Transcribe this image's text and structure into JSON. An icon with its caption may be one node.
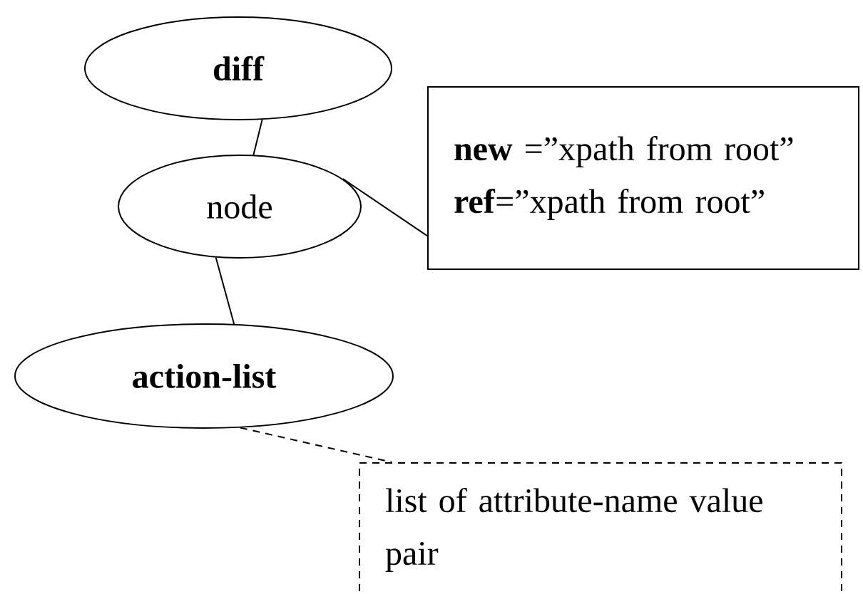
{
  "diagram": {
    "nodes": [
      {
        "text": [
          "diff"
        ]
      },
      {
        "text": [
          "node"
        ]
      },
      {
        "text": [
          "**new** =”xpath from root” **ref**=”xpath from root”"
        ]
      },
      {
        "text": [
          "action-list"
        ]
      },
      {
        "text": [
          "list of attribute-name value pair"
        ]
      }
    ],
    "edges": [
      {
        "from": 0,
        "to": 1,
        "arrow": "none"
      },
      {
        "from": 1,
        "to": 2,
        "arrow": "none"
      },
      {
        "from": 1,
        "to": 3,
        "arrow": "none"
      },
      {
        "from": 3,
        "to": 4,
        "arrow": "none",
        "style": "dashed"
      }
    ]
  }
}
